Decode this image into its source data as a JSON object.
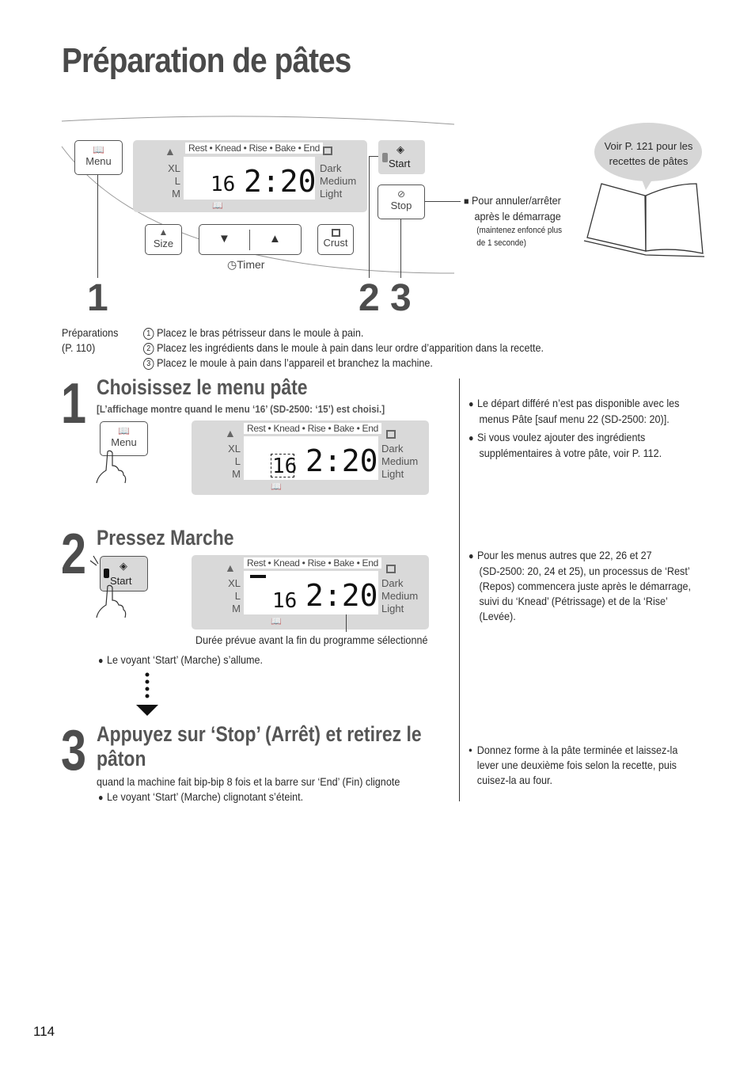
{
  "page": {
    "title": "Préparation de pâtes",
    "page_number": "114"
  },
  "panel": {
    "stages_label": "Rest • Knead • Rise • Bake • End",
    "sizes": [
      "XL",
      "L",
      "M"
    ],
    "crusts": [
      "Dark",
      "Medium",
      "Light"
    ],
    "menu_number": "16",
    "time": "2:20",
    "menu_button": "Menu",
    "start_button": "Start",
    "stop_button": "Stop",
    "size_button": "Size",
    "crust_button": "Crust",
    "timer_label": "Timer"
  },
  "callouts": {
    "num1": "1",
    "num23": "2 3",
    "stop_note_line1": "Pour annuler/arrêter",
    "stop_note_line2": "après le démarrage",
    "stop_note_line3": "(maintenez enfoncé plus",
    "stop_note_line4": "de 1 seconde)",
    "bubble_line1": "Voir P. 121 pour les",
    "bubble_line2": "recettes de pâtes"
  },
  "prep": {
    "label_line1": "Préparations",
    "label_line2": "(P. 110)",
    "items": [
      {
        "num": "1",
        "text": "Placez le bras pétrisseur dans le moule à pain."
      },
      {
        "num": "2",
        "text": "Placez les ingrédients dans le moule à pain dans leur ordre d’apparition dans la recette."
      },
      {
        "num": "3",
        "text": "Placez le moule à pain dans l’appareil et branchez la machine."
      }
    ]
  },
  "steps": [
    {
      "num": "1",
      "heading": "Choisissez le menu pâte",
      "subheading": "[L’affichage montre quand le menu ‘16’ (SD-2500: ‘15’) est choisi.]",
      "notes": [
        "Le départ différé n’est pas disponible avec les",
        "menus Pâte [sauf menu 22 (SD-2500: 20)].",
        "Si vous voulez ajouter des ingrédients",
        "supplémentaires à votre pâte, voir P. 112."
      ]
    },
    {
      "num": "2",
      "heading": "Pressez Marche",
      "caption": "Durée prévue avant la fin du programme sélectionné",
      "bullet": "Le voyant ‘Start’ (Marche) s’allume.",
      "notes": [
        "Pour les menus autres que 22, 26 et 27",
        "(SD-2500: 20, 24 et 25), un processus de ‘Rest’",
        "(Repos) commencera juste après le démarrage,",
        "suivi du ‘Knead’ (Pétrissage) et de la ‘Rise’",
        "(Levée)."
      ]
    },
    {
      "num": "3",
      "heading_line1": "Appuyez sur ‘Stop’ (Arrêt) et retirez le",
      "heading_line2": "pâton",
      "body": "quand la machine fait bip-bip 8 fois et la barre sur ‘End’ (Fin) clignote",
      "bullet": "Le voyant ‘Start’ (Marche) clignotant s’éteint.",
      "notes": [
        "Donnez forme à la pâte terminée et laissez-la",
        "lever une deuxième fois selon la recette, puis",
        "cuisez-la au four."
      ]
    }
  ],
  "colors": {
    "lcd_bg": "#d9d9d9",
    "heading": "#555555",
    "text": "#2a2a2a"
  }
}
